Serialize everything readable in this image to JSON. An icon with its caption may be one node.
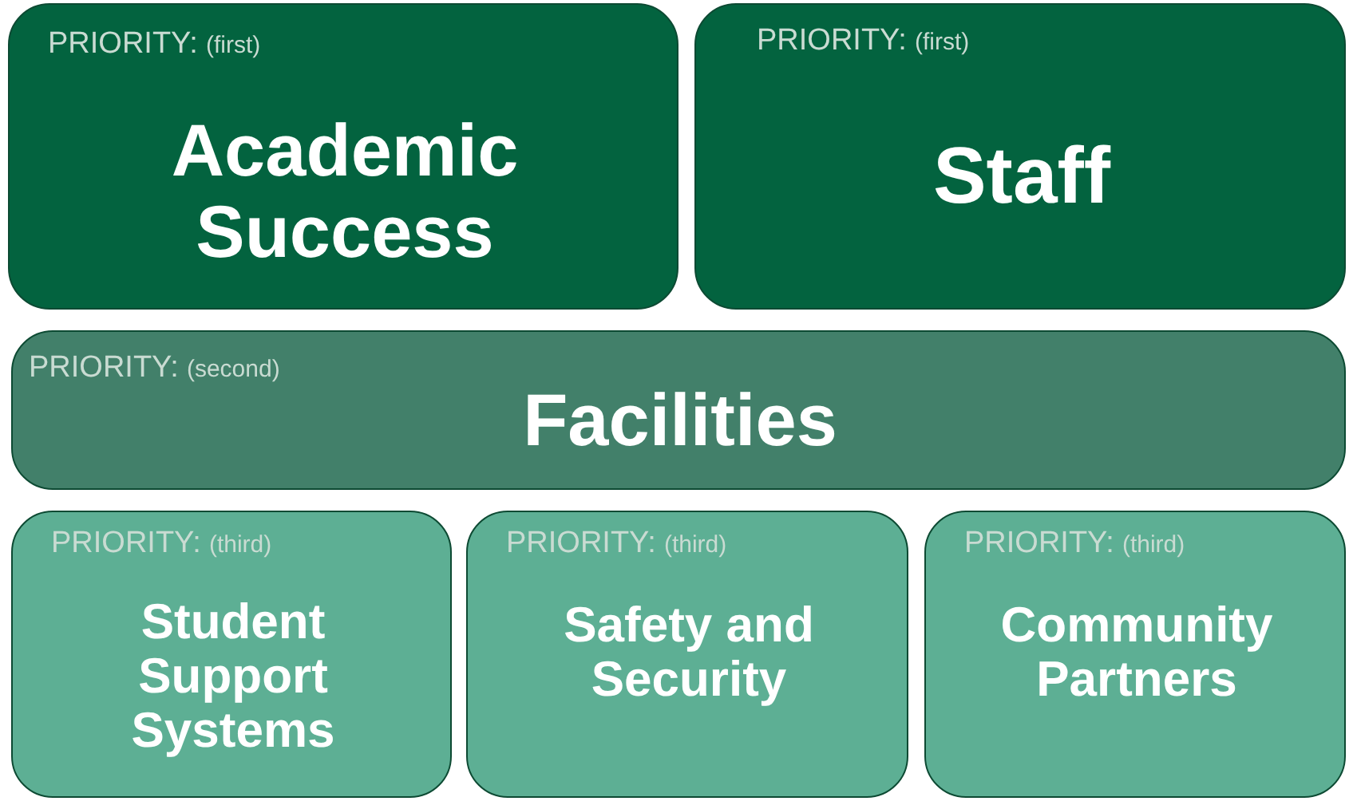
{
  "diagram": {
    "nodes": [
      {
        "text": [
          "PRIORITY:",
          "(first)",
          "Academic Success"
        ]
      },
      {
        "text": [
          "PRIORITY:",
          "(first)",
          "Staff"
        ]
      },
      {
        "text": [
          "PRIORITY:",
          "(second)",
          "Facilities"
        ]
      },
      {
        "text": [
          "PRIORITY:",
          "(third)",
          "Student Support Systems"
        ]
      },
      {
        "text": [
          "PRIORITY:",
          "(third)",
          "Safety and Security"
        ]
      },
      {
        "text": [
          "PRIORITY:",
          "(third)",
          "Community Partners"
        ]
      }
    ]
  }
}
